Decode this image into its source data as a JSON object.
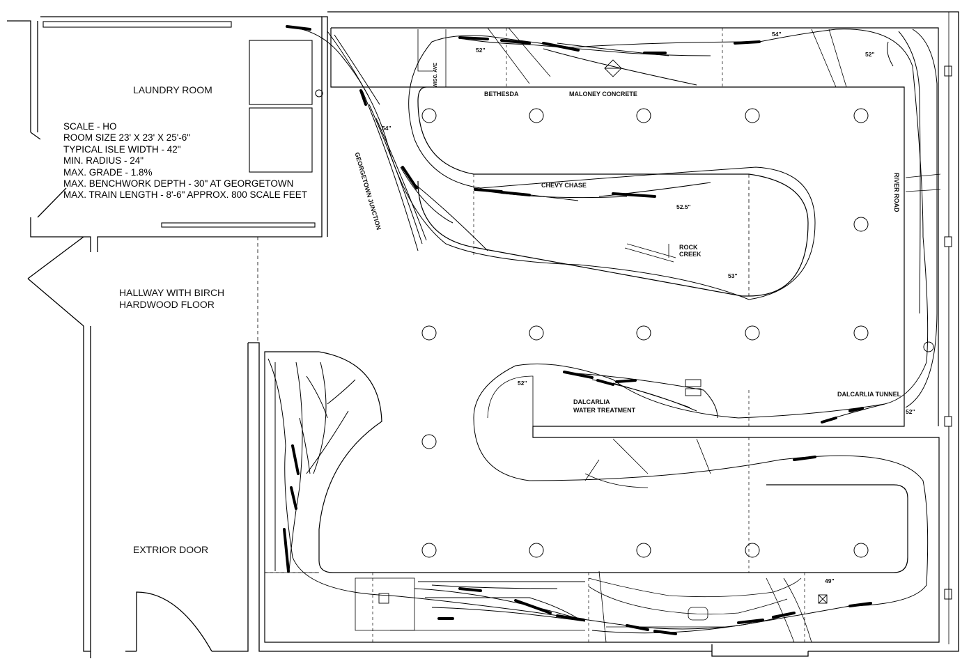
{
  "rooms": {
    "laundry": "LAUNDRY ROOM",
    "hallway_line1": "HALLWAY WITH BIRCH",
    "hallway_line2": "HARDWOOD FLOOR",
    "door": "EXTRIOR DOOR"
  },
  "notes": [
    "SCALE - HO",
    "ROOM SIZE 23' X 23' X 25'-6\"",
    "TYPICAL ISLE WIDTH - 42\"",
    "MIN. RADIUS - 24\"",
    "MAX. GRADE - 1.8%",
    "MAX. BENCHWORK DEPTH - 30\" AT GEORGETOWN",
    "MAX. TRAIN LENGTH - 8'-6\" APPROX. 800 SCALE FEET"
  ],
  "places": {
    "bethesda": "BETHESDA",
    "maloney": "MALONEY CONCRETE",
    "wisc_ave": "WISC. AVE",
    "chevy_chase": "CHEVY CHASE",
    "rock_creek_1": "ROCK",
    "rock_creek_2": "CREEK",
    "georgetown_junction": "GEORGETOWN JUNCTION",
    "river_road": "RIVER ROAD",
    "dalcarlia_water_1": "DALCARLIA",
    "dalcarlia_water_2": "WATER TREATMENT",
    "dalcarlia_tunnel": "DALCARLIA TUNNEL"
  },
  "radii": {
    "r_top_right": "54\"",
    "r_52_top": "52\"",
    "r_52_far": "52\"",
    "r_54_left": "54\"",
    "r_52_5": "52.5\"",
    "r_53": "53\"",
    "r_52_dal_left": "52\"",
    "r_52_dal_right": "52\"",
    "r_49": "49\""
  },
  "colors": {
    "line": "#000000",
    "background": "#ffffff"
  }
}
